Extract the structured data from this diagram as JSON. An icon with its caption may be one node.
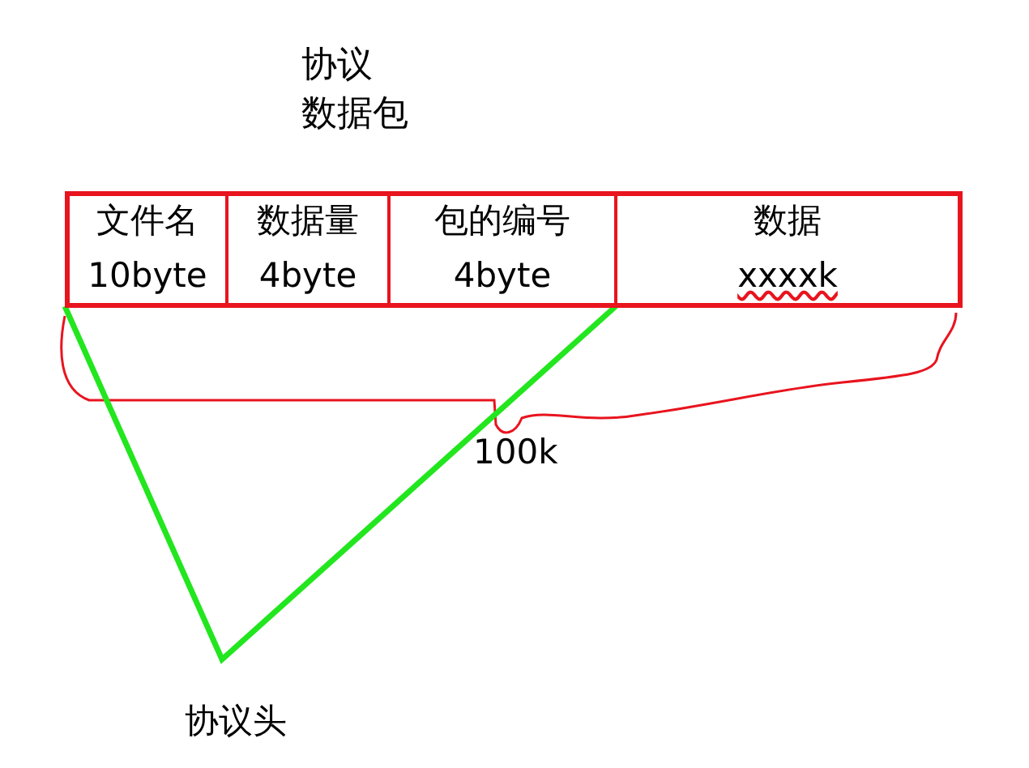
{
  "diagram": {
    "title": "协议数据包",
    "nodes": [
      {
        "text": [],
        "shape": "box"
      },
      {
        "text": [
          "文件名",
          "10byte"
        ],
        "in": 0
      },
      {
        "text": [
          "数据量",
          "4byte"
        ],
        "in": 0
      },
      {
        "text": [
          "包的编号",
          "4byte"
        ],
        "in": 0
      },
      {
        "text": [
          "数据",
          "xxxxk"
        ],
        "in": 0
      }
    ],
    "edges": [],
    "labels": [
      "100k",
      "协议头"
    ]
  }
}
